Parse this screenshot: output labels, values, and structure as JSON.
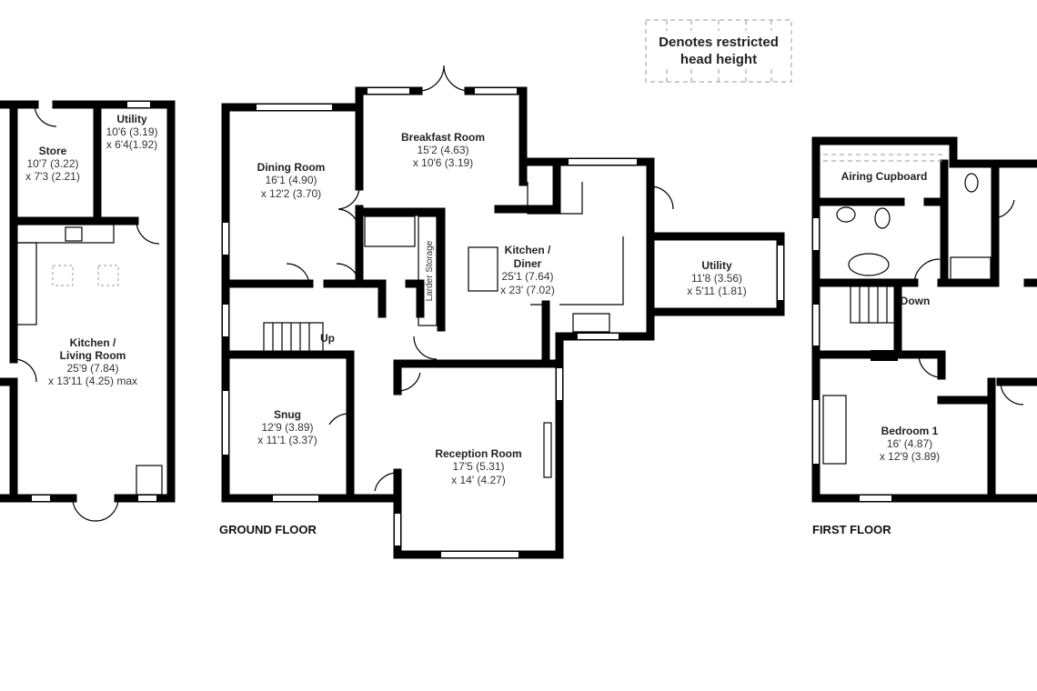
{
  "legend": {
    "line1": "Denotes restricted",
    "line2": "head height"
  },
  "floors": {
    "ground": "GROUND FLOOR",
    "first": "FIRST FLOOR"
  },
  "rooms": {
    "store": {
      "name": "Store",
      "dim1": "10'7 (3.22)",
      "dim2": "x 7'3 (2.21)"
    },
    "utility_left": {
      "name": "Utility",
      "dim1": "10'6 (3.19)",
      "dim2": "x 6'4(1.92)"
    },
    "kitchen_living": {
      "name1": "Kitchen /",
      "name2": "Living Room",
      "dim1": "25'9 (7.84)",
      "dim2": "x 13'11 (4.25) max"
    },
    "dining": {
      "name": "Dining Room",
      "dim1": "16'1 (4.90)",
      "dim2": "x 12'2 (3.70)"
    },
    "breakfast": {
      "name": "Breakfast Room",
      "dim1": "15'2 (4.63)",
      "dim2": "x 10'6 (3.19)"
    },
    "kitchen_diner": {
      "name1": "Kitchen /",
      "name2": "Diner",
      "dim1": "25'1 (7.64)",
      "dim2": "x 23' (7.02)"
    },
    "utility": {
      "name": "Utility",
      "dim1": "11'8 (3.56)",
      "dim2": "x 5'11 (1.81)"
    },
    "larder": {
      "name": "Larder Storage"
    },
    "snug": {
      "name": "Snug",
      "dim1": "12'9 (3.89)",
      "dim2": "x 11'1 (3.37)"
    },
    "reception": {
      "name": "Reception Room",
      "dim1": "17'5 (5.31)",
      "dim2": "x 14' (4.27)"
    },
    "airing": {
      "name": "Airing Cupboard"
    },
    "bedroom1": {
      "name": "Bedroom 1",
      "dim1": "16' (4.87)",
      "dim2": "x 12'9 (3.89)"
    }
  },
  "stairs": {
    "up": "Up",
    "down": "Down"
  }
}
